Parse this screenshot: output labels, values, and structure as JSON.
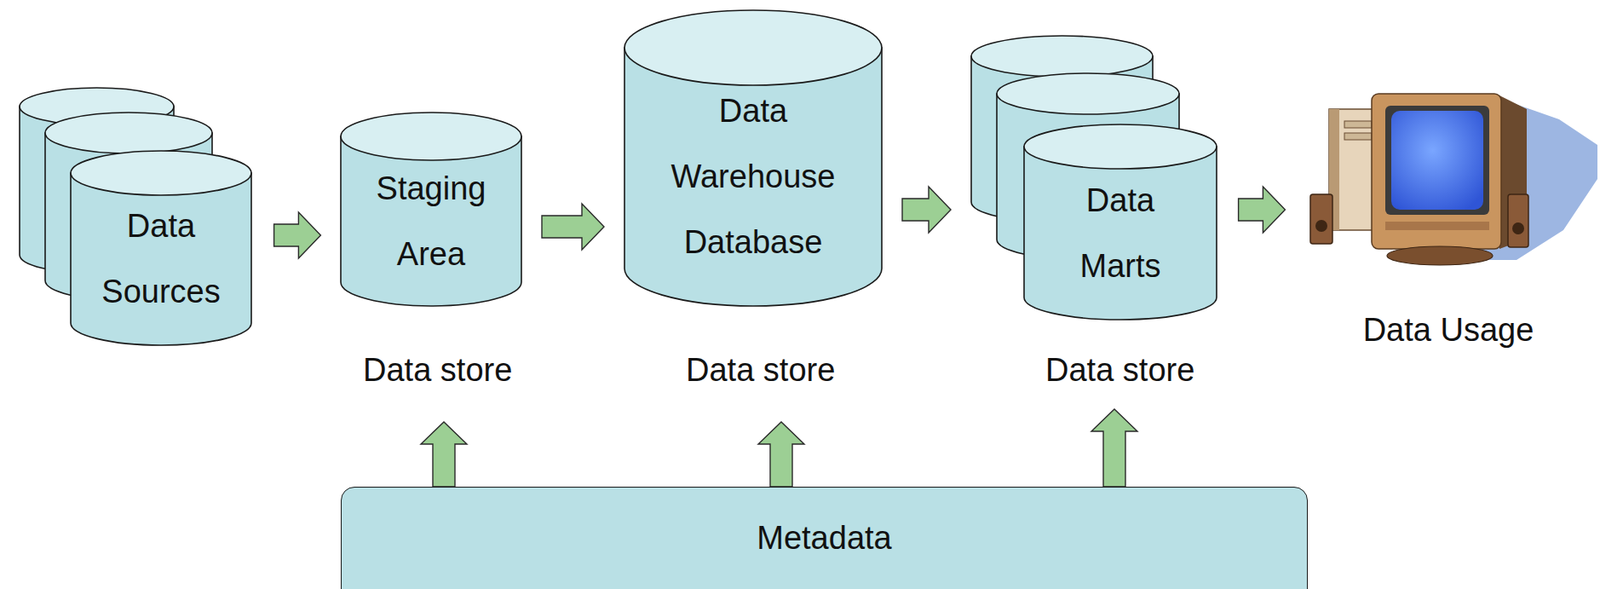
{
  "diagram": {
    "nodes": [
      {
        "text": [
          "Data Sources"
        ]
      },
      {
        "text": [
          "Staging Area"
        ]
      },
      {
        "text": [
          "Data Warehouse Database"
        ]
      },
      {
        "text": [
          "Data Marts"
        ]
      },
      {
        "text": [
          "Data Usage"
        ]
      },
      {
        "text": [
          "Metadata"
        ]
      }
    ],
    "edges": [
      {
        "from": 0,
        "to": 1,
        "arrow": "to"
      },
      {
        "from": 1,
        "to": 2,
        "arrow": "to"
      },
      {
        "from": 2,
        "to": 3,
        "arrow": "to"
      },
      {
        "from": 3,
        "to": 4,
        "arrow": "to"
      },
      {
        "from": 5,
        "to": 1,
        "arrow": "to"
      },
      {
        "from": 5,
        "to": 2,
        "arrow": "to"
      },
      {
        "from": 5,
        "to": 3,
        "arrow": "to"
      }
    ],
    "labels": [
      "Data store",
      "Data store",
      "Data store"
    ]
  }
}
